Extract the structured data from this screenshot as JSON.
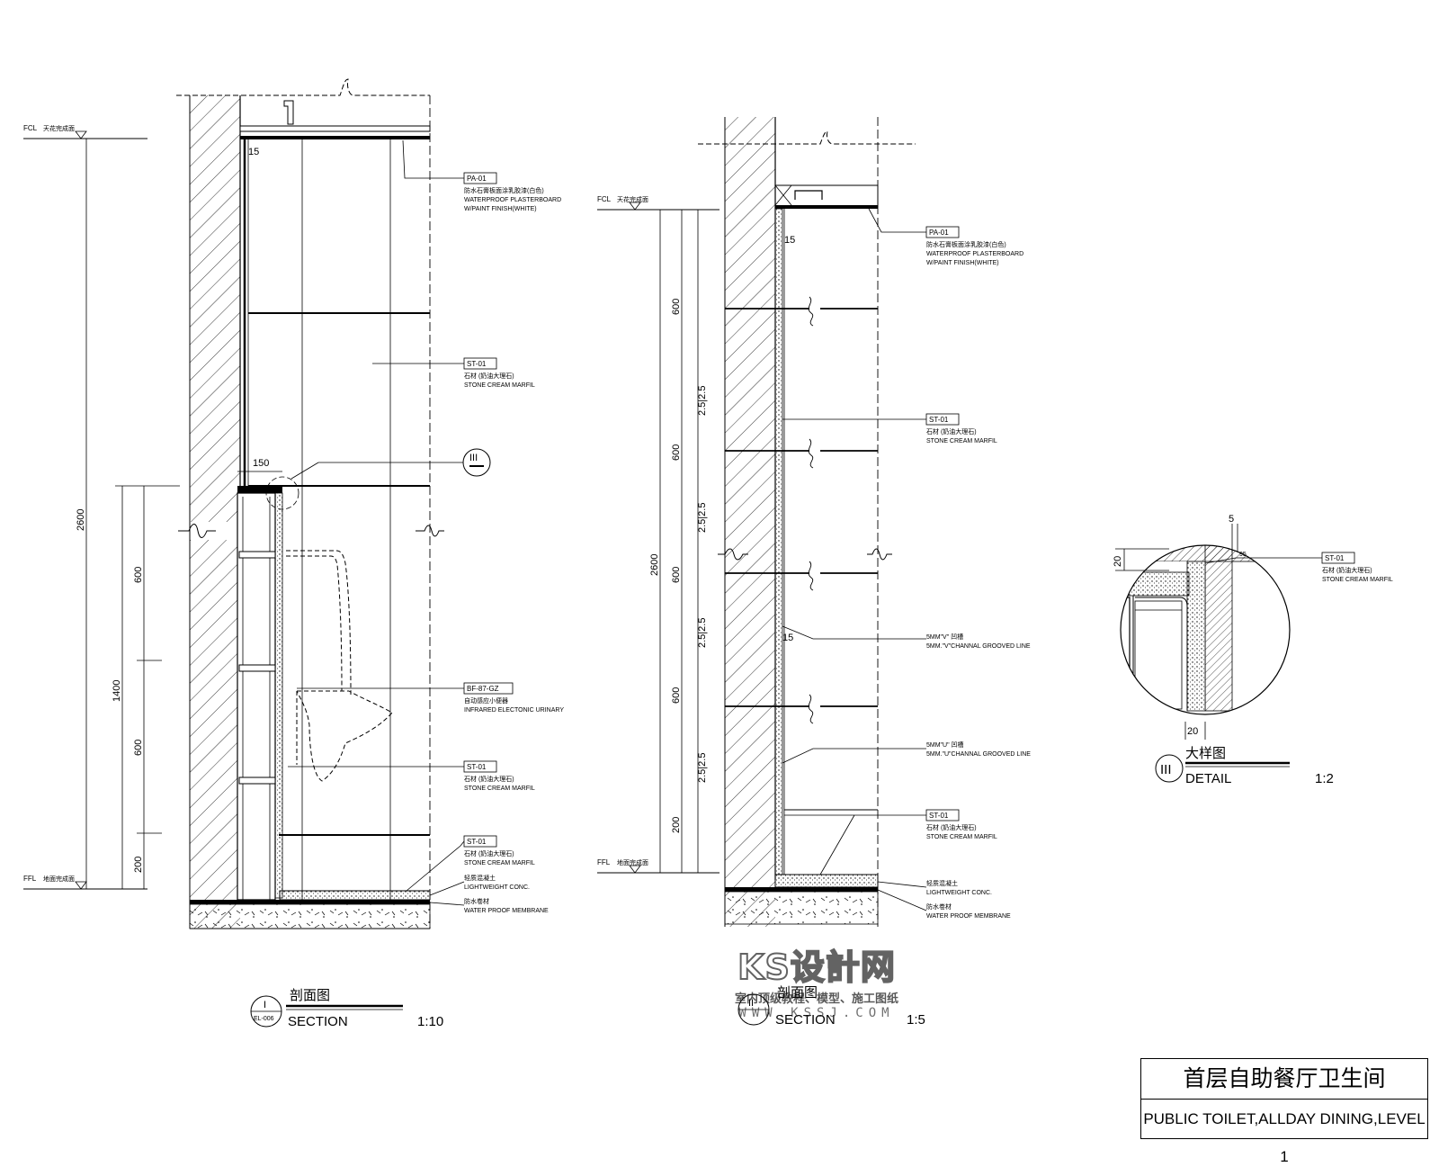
{
  "section1": {
    "fcl": "FCL",
    "fcl_cn": "天花完成面",
    "ffl": "FFL",
    "ffl_cn": "地面完成面",
    "dims": {
      "total": "2600",
      "lower": "1400",
      "d600a": "600",
      "d600b": "600",
      "d200": "200",
      "d150": "150",
      "d15": "15"
    },
    "callouts": [
      {
        "code": "PA-01",
        "cn": "防水石膏板面涂乳胶漆(白色)",
        "en1": "WATERPROOF PLASTERBOARD",
        "en2": "W/PAINT FINISH(WHITE)"
      },
      {
        "code": "ST-01",
        "cn": "石材 (奶油大理石)",
        "en1": "STONE CREAM MARFIL",
        "en2": ""
      },
      {
        "code": "BF-87-GZ",
        "cn": "自动感应小便器",
        "en1": "INFRARED ELECTONIC URINARY",
        "en2": ""
      },
      {
        "code": "ST-01",
        "cn": "石材 (奶油大理石)",
        "en1": "STONE CREAM MARFIL",
        "en2": ""
      },
      {
        "code": "ST-01",
        "cn": "石材 (奶油大理石)",
        "en1": "STONE CREAM MARFIL",
        "en2": ""
      }
    ],
    "lightweight_cn": "轻质混凝土",
    "lightweight": "LIGHTWEIGHT CONC.",
    "membrane_cn": "防水卷材",
    "membrane": "WATER PROOF MEMBRANE",
    "detail_ref": "III",
    "tag_number": "I",
    "tag_sheet": "EL-006",
    "label_cn": "剖面图",
    "label_en": "SECTION",
    "scale": "1:10"
  },
  "section2": {
    "fcl": "FCL",
    "fcl_cn": "天花完成面",
    "ffl": "FFL",
    "ffl_cn": "地面完成面",
    "dims": {
      "total": "2600",
      "p1": "600",
      "p2": "600",
      "p3": "600",
      "p4": "600",
      "p5": "200",
      "g1": "2.5|2.5",
      "g2": "2.5|2.5",
      "g3": "2.5|2.5",
      "g4": "2.5|2.5",
      "d15": "15",
      "d15b": "15"
    },
    "callouts": [
      {
        "code": "PA-01",
        "cn": "防水石膏板面涂乳胶漆(白色)",
        "en1": "WATERPROOF PLASTERBOARD",
        "en2": "W/PAINT FINISH(WHITE)"
      },
      {
        "code": "ST-01",
        "cn": "石材 (奶油大理石)",
        "en1": "STONE CREAM MARFIL",
        "en2": ""
      },
      {
        "code": "",
        "cn": "5MM\"V\" 凹槽",
        "en1": "5MM.\"V\"CHANNAL GROOVED LINE",
        "en2": ""
      },
      {
        "code": "",
        "cn": "5MM\"U\" 凹槽",
        "en1": "5MM.\"U\"CHANNAL GROOVED LINE",
        "en2": ""
      },
      {
        "code": "ST-01",
        "cn": "石材 (奶油大理石)",
        "en1": "STONE CREAM MARFIL",
        "en2": ""
      }
    ],
    "lightweight_cn": "轻质混凝土",
    "lightweight": "LIGHTWEIGHT CONC.",
    "membrane_cn": "防水卷材",
    "membrane": "WATER PROOF MEMBRANE",
    "tag_number": "II",
    "label_cn": "剖面图",
    "label_en": "SECTION",
    "scale": "1:5"
  },
  "detail": {
    "dims": {
      "d5": "5",
      "d20a": "20",
      "d20b": "20",
      "d95": "95"
    },
    "callout": {
      "code": "ST-01",
      "cn": "石材 (奶油大理石)",
      "en1": "STONE CREAM MARFIL"
    },
    "tag_number": "III",
    "label_cn": "大样图",
    "label_en": "DETAIL",
    "scale": "1:2"
  },
  "title_block": {
    "cn": "首层自助餐厅卫生间",
    "en": "PUBLIC TOILET,ALLDAY DINING,LEVEL 1"
  },
  "watermark": {
    "logo": "KS设計网",
    "sub": "室内顶级教程、模型、施工图纸",
    "url": "WWW.KSSJ.COM"
  }
}
